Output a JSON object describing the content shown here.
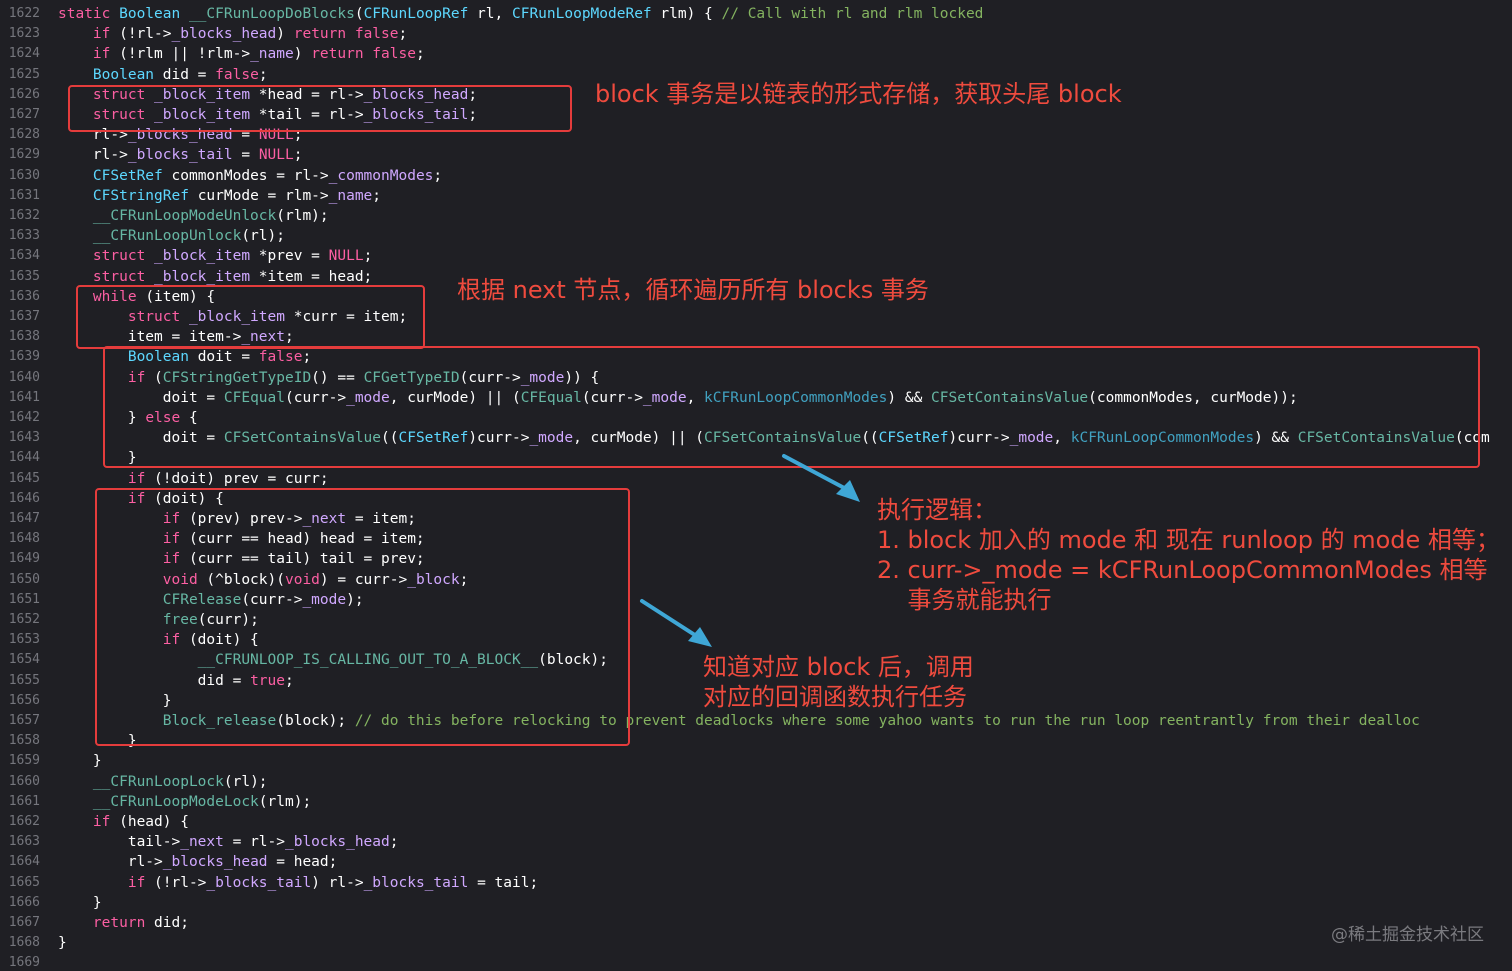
{
  "colors": {
    "background": "#1f1f24",
    "keyword": "#fc5fa3",
    "type": "#5dd8ff",
    "property": "#d0a8ff",
    "comment": "#6c7986",
    "annotation": "#ef4b3e",
    "highlight_box": "#e43c3c",
    "arrow": "#3fa7d6"
  },
  "lines": [
    {
      "num": "1622",
      "tokens": [
        {
          "t": "static ",
          "c": "kw"
        },
        {
          "t": "Boolean ",
          "c": "type"
        },
        {
          "t": "__CFRunLoopDoBlocks",
          "c": "fn"
        },
        {
          "t": "(",
          "c": "id"
        },
        {
          "t": "CFRunLoopRef",
          "c": "type"
        },
        {
          "t": " rl, ",
          "c": "id"
        },
        {
          "t": "CFRunLoopModeRef",
          "c": "type"
        },
        {
          "t": " rlm) { ",
          "c": "id"
        },
        {
          "t": "// Call with rl and rlm locked",
          "c": "cmg"
        }
      ]
    },
    {
      "num": "1623",
      "tokens": [
        {
          "t": "    if ",
          "c": "kw"
        },
        {
          "t": "(!rl->",
          "c": "id"
        },
        {
          "t": "_blocks_head",
          "c": "prop"
        },
        {
          "t": ") ",
          "c": "id"
        },
        {
          "t": "return false",
          "c": "kw"
        },
        {
          "t": ";",
          "c": "id"
        }
      ]
    },
    {
      "num": "1624",
      "tokens": [
        {
          "t": "    if ",
          "c": "kw"
        },
        {
          "t": "(!rlm || !rlm->",
          "c": "id"
        },
        {
          "t": "_name",
          "c": "prop"
        },
        {
          "t": ") ",
          "c": "id"
        },
        {
          "t": "return false",
          "c": "kw"
        },
        {
          "t": ";",
          "c": "id"
        }
      ]
    },
    {
      "num": "1625",
      "tokens": [
        {
          "t": "    Boolean ",
          "c": "type"
        },
        {
          "t": "did = ",
          "c": "id"
        },
        {
          "t": "false",
          "c": "kw"
        },
        {
          "t": ";",
          "c": "id"
        }
      ]
    },
    {
      "num": "1626",
      "tokens": [
        {
          "t": "    struct ",
          "c": "kw"
        },
        {
          "t": "_block_item ",
          "c": "prop"
        },
        {
          "t": "*head = rl->",
          "c": "id"
        },
        {
          "t": "_blocks_head",
          "c": "prop"
        },
        {
          "t": ";",
          "c": "id"
        }
      ]
    },
    {
      "num": "1627",
      "tokens": [
        {
          "t": "    struct ",
          "c": "kw"
        },
        {
          "t": "_block_item ",
          "c": "prop"
        },
        {
          "t": "*tail = rl->",
          "c": "id"
        },
        {
          "t": "_blocks_tail",
          "c": "prop"
        },
        {
          "t": ";",
          "c": "id"
        }
      ]
    },
    {
      "num": "1628",
      "tokens": [
        {
          "t": "    rl->",
          "c": "id"
        },
        {
          "t": "_blocks_head",
          "c": "prop"
        },
        {
          "t": " = ",
          "c": "id"
        },
        {
          "t": "NULL",
          "c": "kw"
        },
        {
          "t": ";",
          "c": "id"
        }
      ]
    },
    {
      "num": "1629",
      "tokens": [
        {
          "t": "    rl->",
          "c": "id"
        },
        {
          "t": "_blocks_tail",
          "c": "prop"
        },
        {
          "t": " = ",
          "c": "id"
        },
        {
          "t": "NULL",
          "c": "kw"
        },
        {
          "t": ";",
          "c": "id"
        }
      ]
    },
    {
      "num": "1630",
      "tokens": [
        {
          "t": "    CFSetRef ",
          "c": "type"
        },
        {
          "t": "commonModes = rl->",
          "c": "id"
        },
        {
          "t": "_commonModes",
          "c": "prop"
        },
        {
          "t": ";",
          "c": "id"
        }
      ]
    },
    {
      "num": "1631",
      "tokens": [
        {
          "t": "    CFStringRef ",
          "c": "type"
        },
        {
          "t": "curMode = rlm->",
          "c": "id"
        },
        {
          "t": "_name",
          "c": "prop"
        },
        {
          "t": ";",
          "c": "id"
        }
      ]
    },
    {
      "num": "1632",
      "tokens": [
        {
          "t": "    __CFRunLoopModeUnlock",
          "c": "fn"
        },
        {
          "t": "(rlm);",
          "c": "id"
        }
      ]
    },
    {
      "num": "1633",
      "tokens": [
        {
          "t": "    __CFRunLoopUnlock",
          "c": "fn"
        },
        {
          "t": "(rl);",
          "c": "id"
        }
      ]
    },
    {
      "num": "1634",
      "tokens": [
        {
          "t": "    struct ",
          "c": "kw"
        },
        {
          "t": "_block_item ",
          "c": "prop"
        },
        {
          "t": "*prev = ",
          "c": "id"
        },
        {
          "t": "NULL",
          "c": "kw"
        },
        {
          "t": ";",
          "c": "id"
        }
      ]
    },
    {
      "num": "1635",
      "tokens": [
        {
          "t": "    struct ",
          "c": "kw"
        },
        {
          "t": "_block_item ",
          "c": "prop"
        },
        {
          "t": "*item = head;",
          "c": "id"
        }
      ]
    },
    {
      "num": "1636",
      "tokens": [
        {
          "t": "    while ",
          "c": "kw"
        },
        {
          "t": "(item) {",
          "c": "id"
        }
      ]
    },
    {
      "num": "1637",
      "tokens": [
        {
          "t": "        struct ",
          "c": "kw"
        },
        {
          "t": "_block_item ",
          "c": "prop"
        },
        {
          "t": "*curr = item;",
          "c": "id"
        }
      ]
    },
    {
      "num": "1638",
      "tokens": [
        {
          "t": "        item = item->",
          "c": "id"
        },
        {
          "t": "_next",
          "c": "prop"
        },
        {
          "t": ";",
          "c": "id"
        }
      ]
    },
    {
      "num": "1639",
      "tokens": [
        {
          "t": "        Boolean ",
          "c": "type"
        },
        {
          "t": "doit = ",
          "c": "id"
        },
        {
          "t": "false",
          "c": "kw"
        },
        {
          "t": ";",
          "c": "id"
        }
      ]
    },
    {
      "num": "1640",
      "tokens": [
        {
          "t": "        if ",
          "c": "kw"
        },
        {
          "t": "(",
          "c": "id"
        },
        {
          "t": "CFStringGetTypeID",
          "c": "fn"
        },
        {
          "t": "() == ",
          "c": "id"
        },
        {
          "t": "CFGetTypeID",
          "c": "fn"
        },
        {
          "t": "(curr->",
          "c": "id"
        },
        {
          "t": "_mode",
          "c": "prop"
        },
        {
          "t": ")) {",
          "c": "id"
        }
      ]
    },
    {
      "num": "1641",
      "tokens": [
        {
          "t": "            doit = ",
          "c": "id"
        },
        {
          "t": "CFEqual",
          "c": "fn"
        },
        {
          "t": "(curr->",
          "c": "id"
        },
        {
          "t": "_mode",
          "c": "prop"
        },
        {
          "t": ", curMode) || (",
          "c": "id"
        },
        {
          "t": "CFEqual",
          "c": "fn"
        },
        {
          "t": "(curr->",
          "c": "id"
        },
        {
          "t": "_mode",
          "c": "prop"
        },
        {
          "t": ", ",
          "c": "id"
        },
        {
          "t": "kCFRunLoopCommonModes",
          "c": "const"
        },
        {
          "t": ") && ",
          "c": "id"
        },
        {
          "t": "CFSetContainsValue",
          "c": "fn"
        },
        {
          "t": "(commonModes, curMode));",
          "c": "id"
        }
      ]
    },
    {
      "num": "1642",
      "tokens": [
        {
          "t": "        } ",
          "c": "id"
        },
        {
          "t": "else ",
          "c": "kw"
        },
        {
          "t": "{",
          "c": "id"
        }
      ]
    },
    {
      "num": "1643",
      "tokens": [
        {
          "t": "            doit = ",
          "c": "id"
        },
        {
          "t": "CFSetContainsValue",
          "c": "fn"
        },
        {
          "t": "((",
          "c": "id"
        },
        {
          "t": "CFSetRef",
          "c": "type"
        },
        {
          "t": ")curr->",
          "c": "id"
        },
        {
          "t": "_mode",
          "c": "prop"
        },
        {
          "t": ", curMode) || (",
          "c": "id"
        },
        {
          "t": "CFSetContainsValue",
          "c": "fn"
        },
        {
          "t": "((",
          "c": "id"
        },
        {
          "t": "CFSetRef",
          "c": "type"
        },
        {
          "t": ")curr->",
          "c": "id"
        },
        {
          "t": "_mode",
          "c": "prop"
        },
        {
          "t": ", ",
          "c": "id"
        },
        {
          "t": "kCFRunLoopCommonModes",
          "c": "const"
        },
        {
          "t": ") && ",
          "c": "id"
        },
        {
          "t": "CFSetContainsValue",
          "c": "fn"
        },
        {
          "t": "(com",
          "c": "id"
        }
      ]
    },
    {
      "num": "1644",
      "tokens": [
        {
          "t": "        }",
          "c": "id"
        }
      ]
    },
    {
      "num": "1645",
      "tokens": [
        {
          "t": "        if ",
          "c": "kw"
        },
        {
          "t": "(!doit) prev = curr;",
          "c": "id"
        }
      ]
    },
    {
      "num": "1646",
      "tokens": [
        {
          "t": "        if ",
          "c": "kw"
        },
        {
          "t": "(doit) {",
          "c": "id"
        }
      ]
    },
    {
      "num": "1647",
      "tokens": [
        {
          "t": "            if ",
          "c": "kw"
        },
        {
          "t": "(prev) prev->",
          "c": "id"
        },
        {
          "t": "_next",
          "c": "prop"
        },
        {
          "t": " = item;",
          "c": "id"
        }
      ]
    },
    {
      "num": "1648",
      "tokens": [
        {
          "t": "            if ",
          "c": "kw"
        },
        {
          "t": "(curr == head) head = item;",
          "c": "id"
        }
      ]
    },
    {
      "num": "1649",
      "tokens": [
        {
          "t": "            if ",
          "c": "kw"
        },
        {
          "t": "(curr == tail) tail = prev;",
          "c": "id"
        }
      ]
    },
    {
      "num": "1650",
      "tokens": [
        {
          "t": "            void ",
          "c": "kw"
        },
        {
          "t": "(^block)(",
          "c": "id"
        },
        {
          "t": "void",
          "c": "kw"
        },
        {
          "t": ") = curr->",
          "c": "id"
        },
        {
          "t": "_block",
          "c": "prop"
        },
        {
          "t": ";",
          "c": "id"
        }
      ]
    },
    {
      "num": "1651",
      "tokens": [
        {
          "t": "            CFRelease",
          "c": "fn"
        },
        {
          "t": "(curr->",
          "c": "id"
        },
        {
          "t": "_mode",
          "c": "prop"
        },
        {
          "t": ");",
          "c": "id"
        }
      ]
    },
    {
      "num": "1652",
      "tokens": [
        {
          "t": "            free",
          "c": "fn"
        },
        {
          "t": "(curr);",
          "c": "id"
        }
      ]
    },
    {
      "num": "1653",
      "tokens": [
        {
          "t": "            if ",
          "c": "kw"
        },
        {
          "t": "(doit) {",
          "c": "id"
        }
      ]
    },
    {
      "num": "1654",
      "tokens": [
        {
          "t": "                __CFRUNLOOP_IS_CALLING_OUT_TO_A_BLOCK__",
          "c": "fn"
        },
        {
          "t": "(block);",
          "c": "id"
        }
      ]
    },
    {
      "num": "1655",
      "tokens": [
        {
          "t": "                did = ",
          "c": "id"
        },
        {
          "t": "true",
          "c": "kw"
        },
        {
          "t": ";",
          "c": "id"
        }
      ]
    },
    {
      "num": "1656",
      "tokens": [
        {
          "t": "            }",
          "c": "id"
        }
      ]
    },
    {
      "num": "1657",
      "tokens": [
        {
          "t": "            Block_release",
          "c": "fn"
        },
        {
          "t": "(block); ",
          "c": "id"
        },
        {
          "t": "// do this before relocking to prevent deadlocks where some yahoo wants to run the run loop reentrantly from their dealloc",
          "c": "cmg"
        }
      ]
    },
    {
      "num": "1658",
      "tokens": [
        {
          "t": "        }",
          "c": "id"
        }
      ]
    },
    {
      "num": "1659",
      "tokens": [
        {
          "t": "    }",
          "c": "id"
        }
      ]
    },
    {
      "num": "1660",
      "tokens": [
        {
          "t": "    __CFRunLoopLock",
          "c": "fn"
        },
        {
          "t": "(rl);",
          "c": "id"
        }
      ]
    },
    {
      "num": "1661",
      "tokens": [
        {
          "t": "    __CFRunLoopModeLock",
          "c": "fn"
        },
        {
          "t": "(rlm);",
          "c": "id"
        }
      ]
    },
    {
      "num": "1662",
      "tokens": [
        {
          "t": "    if ",
          "c": "kw"
        },
        {
          "t": "(head) {",
          "c": "id"
        }
      ]
    },
    {
      "num": "1663",
      "tokens": [
        {
          "t": "        tail->",
          "c": "id"
        },
        {
          "t": "_next",
          "c": "prop"
        },
        {
          "t": " = rl->",
          "c": "id"
        },
        {
          "t": "_blocks_head",
          "c": "prop"
        },
        {
          "t": ";",
          "c": "id"
        }
      ]
    },
    {
      "num": "1664",
      "tokens": [
        {
          "t": "        rl->",
          "c": "id"
        },
        {
          "t": "_blocks_head",
          "c": "prop"
        },
        {
          "t": " = head;",
          "c": "id"
        }
      ]
    },
    {
      "num": "1665",
      "tokens": [
        {
          "t": "        if ",
          "c": "kw"
        },
        {
          "t": "(!rl->",
          "c": "id"
        },
        {
          "t": "_blocks_tail",
          "c": "prop"
        },
        {
          "t": ") rl->",
          "c": "id"
        },
        {
          "t": "_blocks_tail",
          "c": "prop"
        },
        {
          "t": " = tail;",
          "c": "id"
        }
      ]
    },
    {
      "num": "1666",
      "tokens": [
        {
          "t": "    }",
          "c": "id"
        }
      ]
    },
    {
      "num": "1667",
      "tokens": [
        {
          "t": "    return ",
          "c": "kw"
        },
        {
          "t": "did;",
          "c": "id"
        }
      ]
    },
    {
      "num": "1668",
      "tokens": [
        {
          "t": "}",
          "c": "id"
        }
      ]
    },
    {
      "num": "1669",
      "tokens": []
    }
  ],
  "annotations": {
    "note1": "block 事务是以链表的形式存储，获取头尾 block",
    "note2": "根据 next 节点，循环遍历所有 blocks 事务",
    "note3": "执行逻辑：\n1. block 加入的 mode 和 现在 runloop 的 mode 相等；\n2. curr->_mode = kCFRunLoopCommonModes 相等\n    事务就能执行",
    "note4": "知道对应 block 后，调用\n对应的回调函数执行任务"
  },
  "watermark": "@稀土掘金技术社区"
}
